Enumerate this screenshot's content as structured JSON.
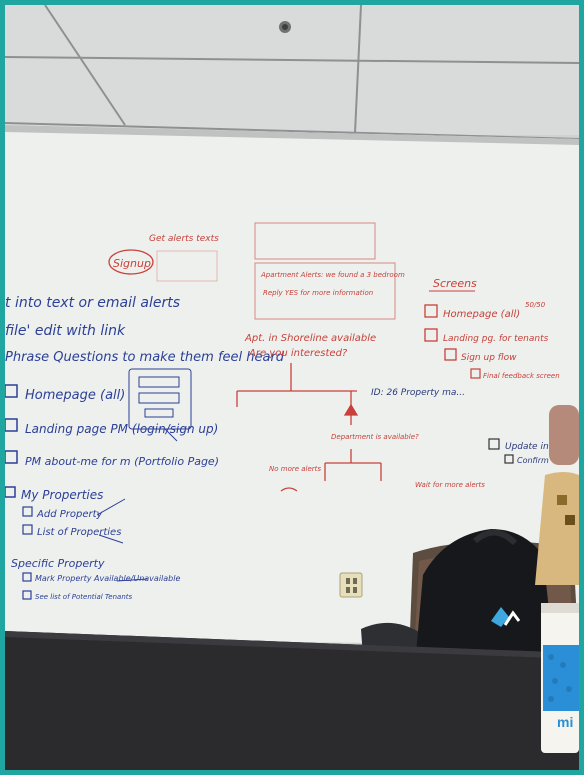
{
  "photo": {
    "subject": "whiteboard-planning-session",
    "colors": {
      "frame": "#1fa6a0",
      "blue_marker": "#2b3f96",
      "red_marker": "#c8413a",
      "board": "#eef0ee",
      "ceiling": "#d8dad9",
      "table": "#2b2b2e"
    }
  },
  "blue_notes": {
    "line1": "t into text or email alerts",
    "line2": "file' edit with link",
    "line3": "Phrase Questions to make them feel heard",
    "item1": "Homepage (all)",
    "item2": "Landing page PM (login/sign up)",
    "item3": "PM about-me for m (Portfolio Page)",
    "props_title": "My Properties",
    "props_add": "Add Property",
    "props_list": "List of Properties",
    "specific_title": "Specific Property",
    "spec_item1": "Mark Property Available/Unavailable",
    "spec_item2": "See list of Potential Tenants"
  },
  "red_notes": {
    "signup": "Signup",
    "alerts_texts": "Get alerts texts",
    "flow_q1": "Apt. in Shoreline available",
    "flow_q2": "Are you interested?",
    "node_left": "No more alerts",
    "node_right": "Wait for more alerts",
    "diamond": "Department is available?",
    "screens_title": "Screens",
    "screens1": "Homepage (all)",
    "screens2": "Landing pg. for tenants",
    "screens3": "Sign up flow",
    "screens4": "Final feedback screen",
    "screens5": "Update info",
    "screens6": "Confirm",
    "apartment_alert": "Apartment Alerts: we found a 3 bedroom",
    "id_note": "ID: 26 Property ma...",
    "alert_sms": "Reply YES for more information"
  },
  "objects": {
    "cup_brand": "mi"
  }
}
